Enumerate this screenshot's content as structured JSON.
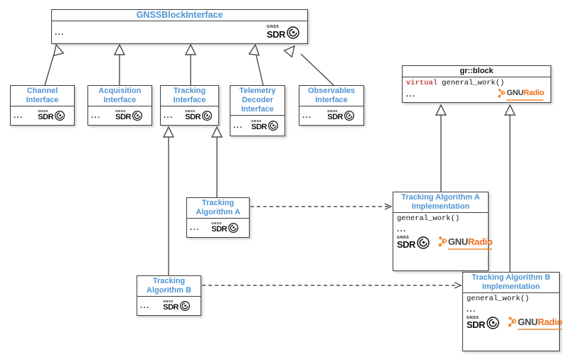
{
  "shared": {
    "ellipsis": "..."
  },
  "logos": {
    "gnss_sdr": {
      "name": "GNSS-SDR",
      "top": "GNSS",
      "main": "SDR"
    },
    "gnu_radio": {
      "name": "GNU Radio",
      "gnu": "GNU",
      "radio": "Radio"
    }
  },
  "colors": {
    "title_blue": "#4f94d4",
    "keyword_red": "#c0504d",
    "gnuradio_orange": "#f06f1f",
    "border_dark": "#3d3d3d"
  },
  "boxes": {
    "gnss_block_interface": {
      "title": "GNSSBlockInterface",
      "ellipsis": "..."
    },
    "channel_interface": {
      "title": "Channel Interface",
      "ellipsis": "..."
    },
    "acquisition_interface": {
      "title": "Acquisition Interface",
      "ellipsis": "..."
    },
    "tracking_interface": {
      "title": "Tracking Interface",
      "ellipsis": "..."
    },
    "telemetry_decoder_interface": {
      "title": "Telemetry Decoder Interface",
      "ellipsis": "..."
    },
    "observables_interface": {
      "title": "Observables Interface",
      "ellipsis": "..."
    },
    "gr_block": {
      "title": "gr::block",
      "keyword": "virtual",
      "method": "general_work()",
      "ellipsis": "..."
    },
    "tracking_algorithm_a": {
      "title": "Tracking Algorithm A",
      "ellipsis": "..."
    },
    "tracking_algorithm_b": {
      "title": "Tracking Algorithm B",
      "ellipsis": "..."
    },
    "tracking_algorithm_a_impl": {
      "title": "Tracking Algorithm A Implementation",
      "method": "general_work()",
      "ellipsis": "..."
    },
    "tracking_algorithm_b_impl": {
      "title": "Tracking Algorithm B Implementation",
      "method": "general_work()",
      "ellipsis": "..."
    }
  }
}
